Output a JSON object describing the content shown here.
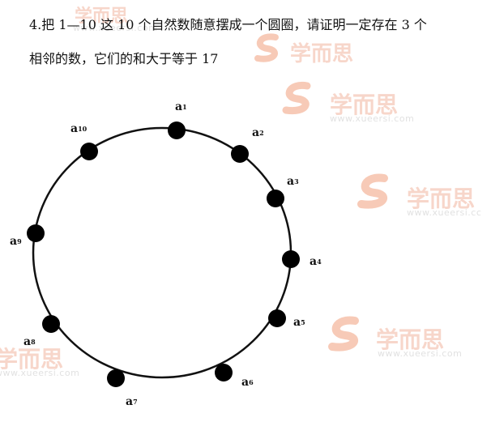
{
  "problem": {
    "line1": "4.把 1—10 这 10 个自然数随意摆成一个圆圈，请证明一定存在 3 个",
    "line2": "相邻的数，它们的和大于等于 17"
  },
  "watermark": {
    "text": "学而思",
    "url": "www.xueersi.com",
    "url_clipped": "www.xueersi.cc"
  },
  "diagram": {
    "nodes": [
      {
        "letter": "a",
        "sub": "1"
      },
      {
        "letter": "a",
        "sub": "2"
      },
      {
        "letter": "a",
        "sub": "3"
      },
      {
        "letter": "a",
        "sub": "4"
      },
      {
        "letter": "a",
        "sub": "5"
      },
      {
        "letter": "a",
        "sub": "6"
      },
      {
        "letter": "a",
        "sub": "7"
      },
      {
        "letter": "a",
        "sub": "8"
      },
      {
        "letter": "a",
        "sub": "9"
      },
      {
        "letter": "a",
        "sub": "10"
      }
    ]
  }
}
